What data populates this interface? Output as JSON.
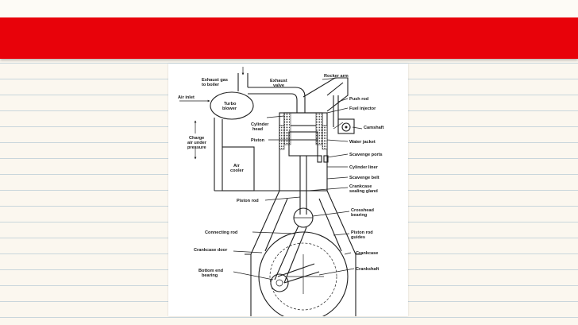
{
  "colors": {
    "banner": "#e8020a",
    "paper": "#fbf7ef",
    "rule": "#c9d6dc",
    "ink": "#1e1e1e"
  },
  "diagram": {
    "labels": {
      "exhaust_gas_line1": "Exhaust gas",
      "exhaust_gas_line2": "to boiler",
      "exhaust_valve_line1": "Exhaust",
      "exhaust_valve_line2": "valve",
      "rocker_arm": "Rocker arm",
      "air_inlet": "Air inlet",
      "turbo_line1": "Turbo",
      "turbo_line2": "blower",
      "push_rod": "Push rod",
      "fuel_injector": "Fuel injector",
      "cylinder_head_line1": "Cylinder",
      "cylinder_head_line2": "head",
      "camshaft": "Camshaft",
      "charge_line1": "Charge",
      "charge_line2": "air under",
      "charge_line3": "pressure",
      "piston": "Piston",
      "water_jacket": "Water jacket",
      "scavenge_ports": "Scavenge ports",
      "air_cooler_line1": "Air",
      "air_cooler_line2": "cooler",
      "cylinder_liner": "Cylinder liner",
      "scavenge_belt": "Scavenge belt",
      "crankcase_gland_line1": "Crankcase",
      "crankcase_gland_line2": "sealing gland",
      "piston_rod": "Piston rod",
      "crosshead_line1": "Crosshead",
      "crosshead_line2": "bearing",
      "connecting_rod": "Connecting rod",
      "piston_rod_guides_line1": "Piston rod",
      "piston_rod_guides_line2": "guides",
      "crankcase_door": "Crankcase door",
      "crankcase": "Crankcase",
      "bottom_end_line1": "Bottom end",
      "bottom_end_line2": "bearing",
      "crankshaft": "Crankshaft"
    }
  }
}
